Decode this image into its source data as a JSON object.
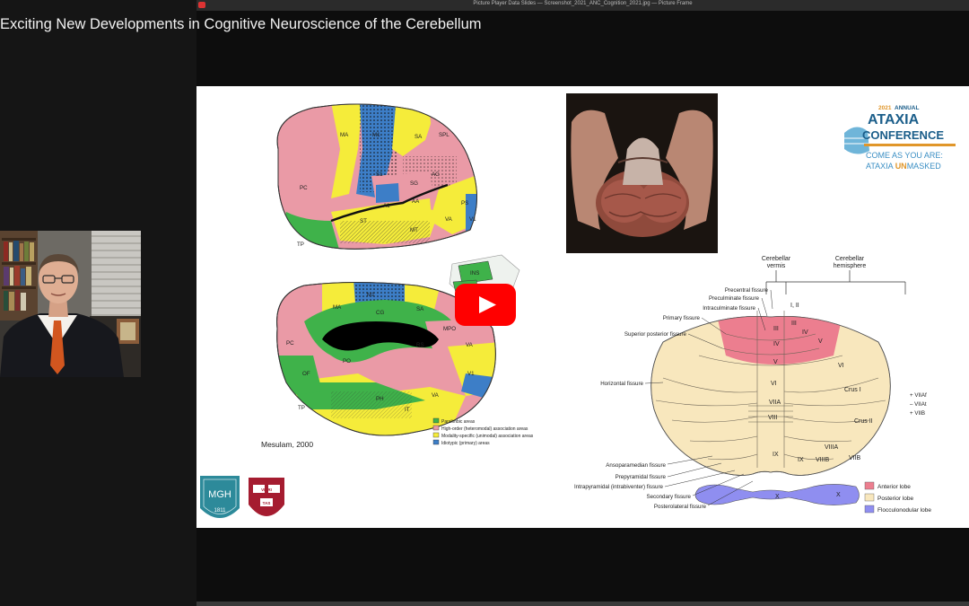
{
  "window": {
    "title_strip": "Picture Player Data Slides — Screenshot_2021_ANC_Cognition_2021.jpg — Picture Frame"
  },
  "video": {
    "title": "Exciting New Developments in Cognitive Neuroscience of the Cerebellum"
  },
  "play_button": {
    "label": "Play"
  },
  "slide": {
    "brain_figure": {
      "lateral_labels": [
        "MA",
        "M1",
        "S1",
        "SA",
        "SPL",
        "PC",
        "SG",
        "AG",
        "A1",
        "AA",
        "ST",
        "MT",
        "TP",
        "PS",
        "VA",
        "V1"
      ],
      "medial_labels": [
        "MA",
        "M1",
        "SA",
        "CG",
        "MPO",
        "PC",
        "RS",
        "PO",
        "OF",
        "PH",
        "VA",
        "V1",
        "TP",
        "IT",
        "VA"
      ],
      "insula_labels": [
        "INS",
        "OF"
      ],
      "citation": "Mesulam, 2000",
      "legend": [
        {
          "label": "Paralimbic areas",
          "color": "#3fb24a"
        },
        {
          "label": "High-order (heteromodal) association areas",
          "color": "#ea9aa6"
        },
        {
          "label": "Modality-specific (unimodal) association areas",
          "color": "#f5ec3a"
        },
        {
          "label": "Idiotypic (primary) areas",
          "color": "#3d7ec7"
        }
      ]
    },
    "conference_logo": {
      "year": "2021",
      "annual": "ANNUAL",
      "line1": "ATAXIA",
      "line2": "CONFERENCE",
      "tag1": "COME AS YOU ARE:",
      "tag2_a": "ATAXIA ",
      "tag2_b": "UN",
      "tag2_c": "MASKED"
    },
    "institution_logos": {
      "mgh": "MGH",
      "mgh_year": "1811",
      "harvard_a": "VE RI",
      "harvard_b": "TAS"
    },
    "cerebellum_diagram": {
      "top_headers": {
        "vermis_a": "Cerebellar",
        "vermis_b": "vermis",
        "hemi_a": "Cerebellar",
        "hemi_b": "hemisphere"
      },
      "fissures_left": [
        "Precentral fissure",
        "Preculminate fissure",
        "Intraculminate fissure",
        "Primary fissure",
        "Superior posterior fissure",
        "Horizontal fissure",
        "Ansoparamedian fissure",
        "Prepyramidal fissure",
        "Intrapyramidal (intrabiventer) fissure",
        "Secondary fissure",
        "Posterolateral fissure"
      ],
      "lobules": {
        "i_ii": "I, II",
        "iii": "III",
        "iii_h": "III",
        "iv": "IV",
        "iv_h": "IV",
        "v": "V",
        "v_h": "V",
        "vi": "VI",
        "vi_h": "VI",
        "crus1": "Crus I",
        "crus2": "Crus II",
        "viia": "VIIA",
        "viib": "VIIB",
        "viii": "VIII",
        "viiia": "VIIIA",
        "viiib": "VIIIB",
        "ix": "IX",
        "ix_h": "IX",
        "x": "X",
        "x_h": "X"
      },
      "right_labels": [
        "+ VIIAf",
        "– VIIAt",
        "+ VIIB"
      ],
      "legend": [
        {
          "label": "Anterior lobe",
          "color": "#ec7e8f"
        },
        {
          "label": "Posterior lobe",
          "color": "#f8e7bd"
        },
        {
          "label": "Flocculonodular lobe",
          "color": "#8f8ef0"
        }
      ]
    }
  }
}
